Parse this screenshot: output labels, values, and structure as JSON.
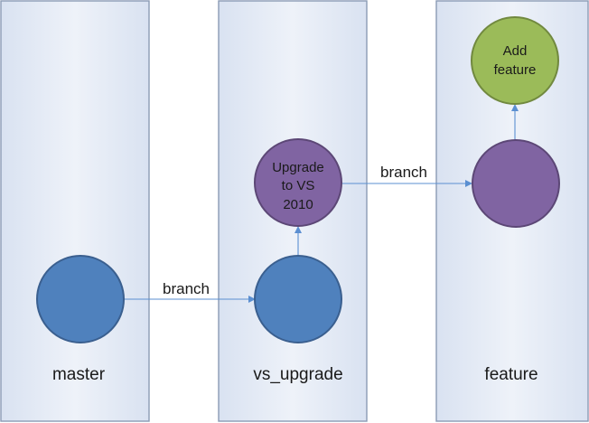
{
  "colors": {
    "lane_fill": "#e8eef8",
    "lane_border": "#8a9bb5",
    "blue_node": "#4f81bd",
    "blue_node_border": "#3a5f8f",
    "purple_node": "#8064a2",
    "purple_node_border": "#5c4776",
    "green_node": "#9bbb59",
    "green_node_border": "#71893f",
    "arrow": "#5b8fd1"
  },
  "lanes": [
    {
      "id": "master",
      "label": "master"
    },
    {
      "id": "vs_upgrade",
      "label": "vs_upgrade"
    },
    {
      "id": "feature",
      "label": "feature"
    }
  ],
  "nodes": [
    {
      "id": "master-commit",
      "lane": "master",
      "color": "blue",
      "lines": []
    },
    {
      "id": "vs-upgrade-commit",
      "lane": "vs_upgrade",
      "color": "blue",
      "lines": []
    },
    {
      "id": "upgrade-vs2010",
      "lane": "vs_upgrade",
      "color": "purple",
      "lines": [
        "Upgrade",
        "to VS",
        "2010"
      ]
    },
    {
      "id": "feature-commit",
      "lane": "feature",
      "color": "purple",
      "lines": []
    },
    {
      "id": "add-feature",
      "lane": "feature",
      "color": "green",
      "lines": [
        "Add",
        "feature"
      ]
    }
  ],
  "edges": [
    {
      "from": "master-commit",
      "to": "vs-upgrade-commit",
      "label": "branch"
    },
    {
      "from": "vs-upgrade-commit",
      "to": "upgrade-vs2010",
      "label": ""
    },
    {
      "from": "upgrade-vs2010",
      "to": "feature-commit",
      "label": "branch"
    },
    {
      "from": "feature-commit",
      "to": "add-feature",
      "label": ""
    }
  ]
}
